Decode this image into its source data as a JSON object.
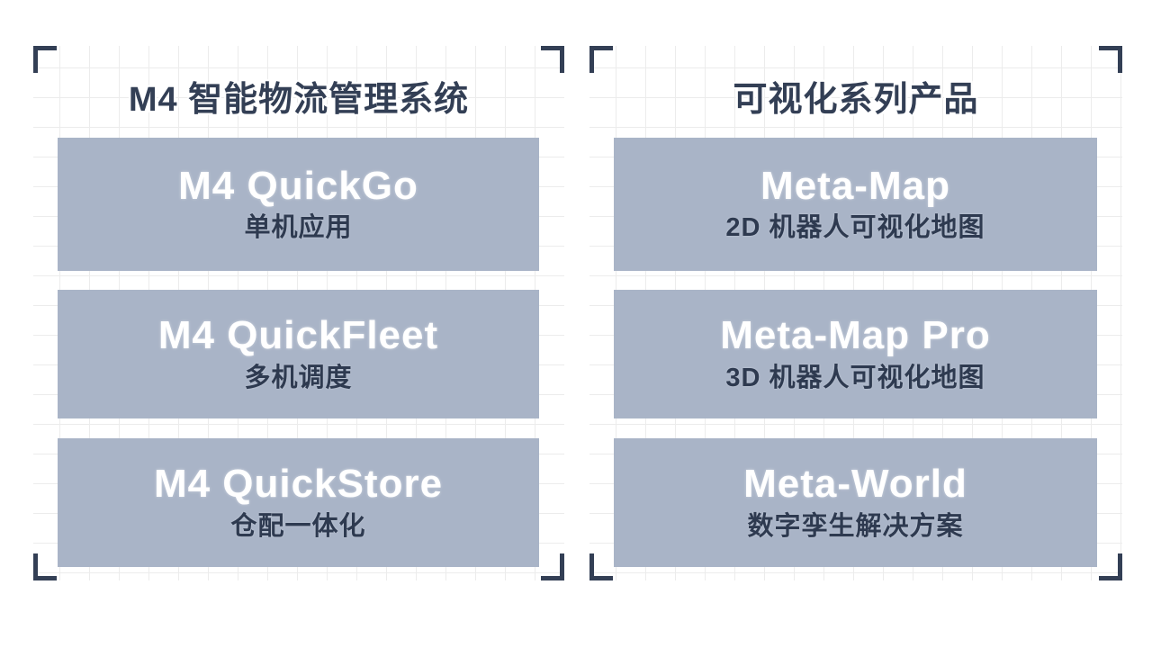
{
  "colors": {
    "card_background": "#a9b4c7",
    "navy_text": "#333f55",
    "grid_line": "#ececec",
    "card_name_text": "#ffffff"
  },
  "panels": [
    {
      "title": "M4 智能物流管理系统",
      "cards": [
        {
          "name": "M4 QuickGo",
          "desc": "单机应用"
        },
        {
          "name": "M4 QuickFleet",
          "desc": "多机调度"
        },
        {
          "name": "M4 QuickStore",
          "desc": "仓配一体化"
        }
      ]
    },
    {
      "title": "可视化系列产品",
      "cards": [
        {
          "name": "Meta-Map",
          "desc": "2D 机器人可视化地图"
        },
        {
          "name": "Meta-Map Pro",
          "desc": "3D 机器人可视化地图"
        },
        {
          "name": "Meta-World",
          "desc": "数字孪生解决方案"
        }
      ]
    }
  ]
}
